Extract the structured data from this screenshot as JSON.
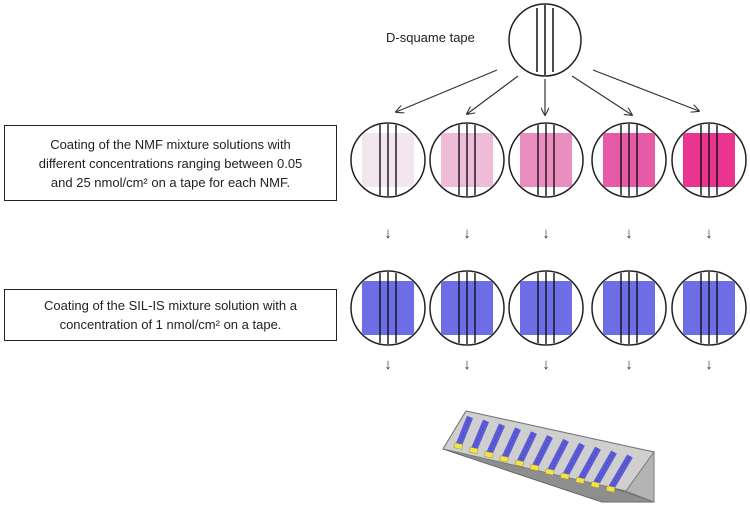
{
  "tape_label": "D-squame tape",
  "nmf_box_lines": [
    "Coating of the NMF mixture solutions with",
    "different concentrations ranging between 0.05",
    "and 25 nmol/cm² on a tape for each NMF."
  ],
  "sil_box_lines": [
    "Coating of the SIL-IS mixture solution with a",
    "concentration of 1 nmol/cm² on a tape."
  ],
  "colors": {
    "nmf_levels": [
      "#f4e6ee",
      "#efbcd8",
      "#ea8ec0",
      "#e75aa8",
      "#e93590"
    ],
    "sil_is": "#6d6de6",
    "strip": "#5b5bd6",
    "holder": "#c8c8c8",
    "tape_lines": "#111111",
    "yellow_spots": "#f2e24e"
  },
  "arrow_glyph": "↓"
}
